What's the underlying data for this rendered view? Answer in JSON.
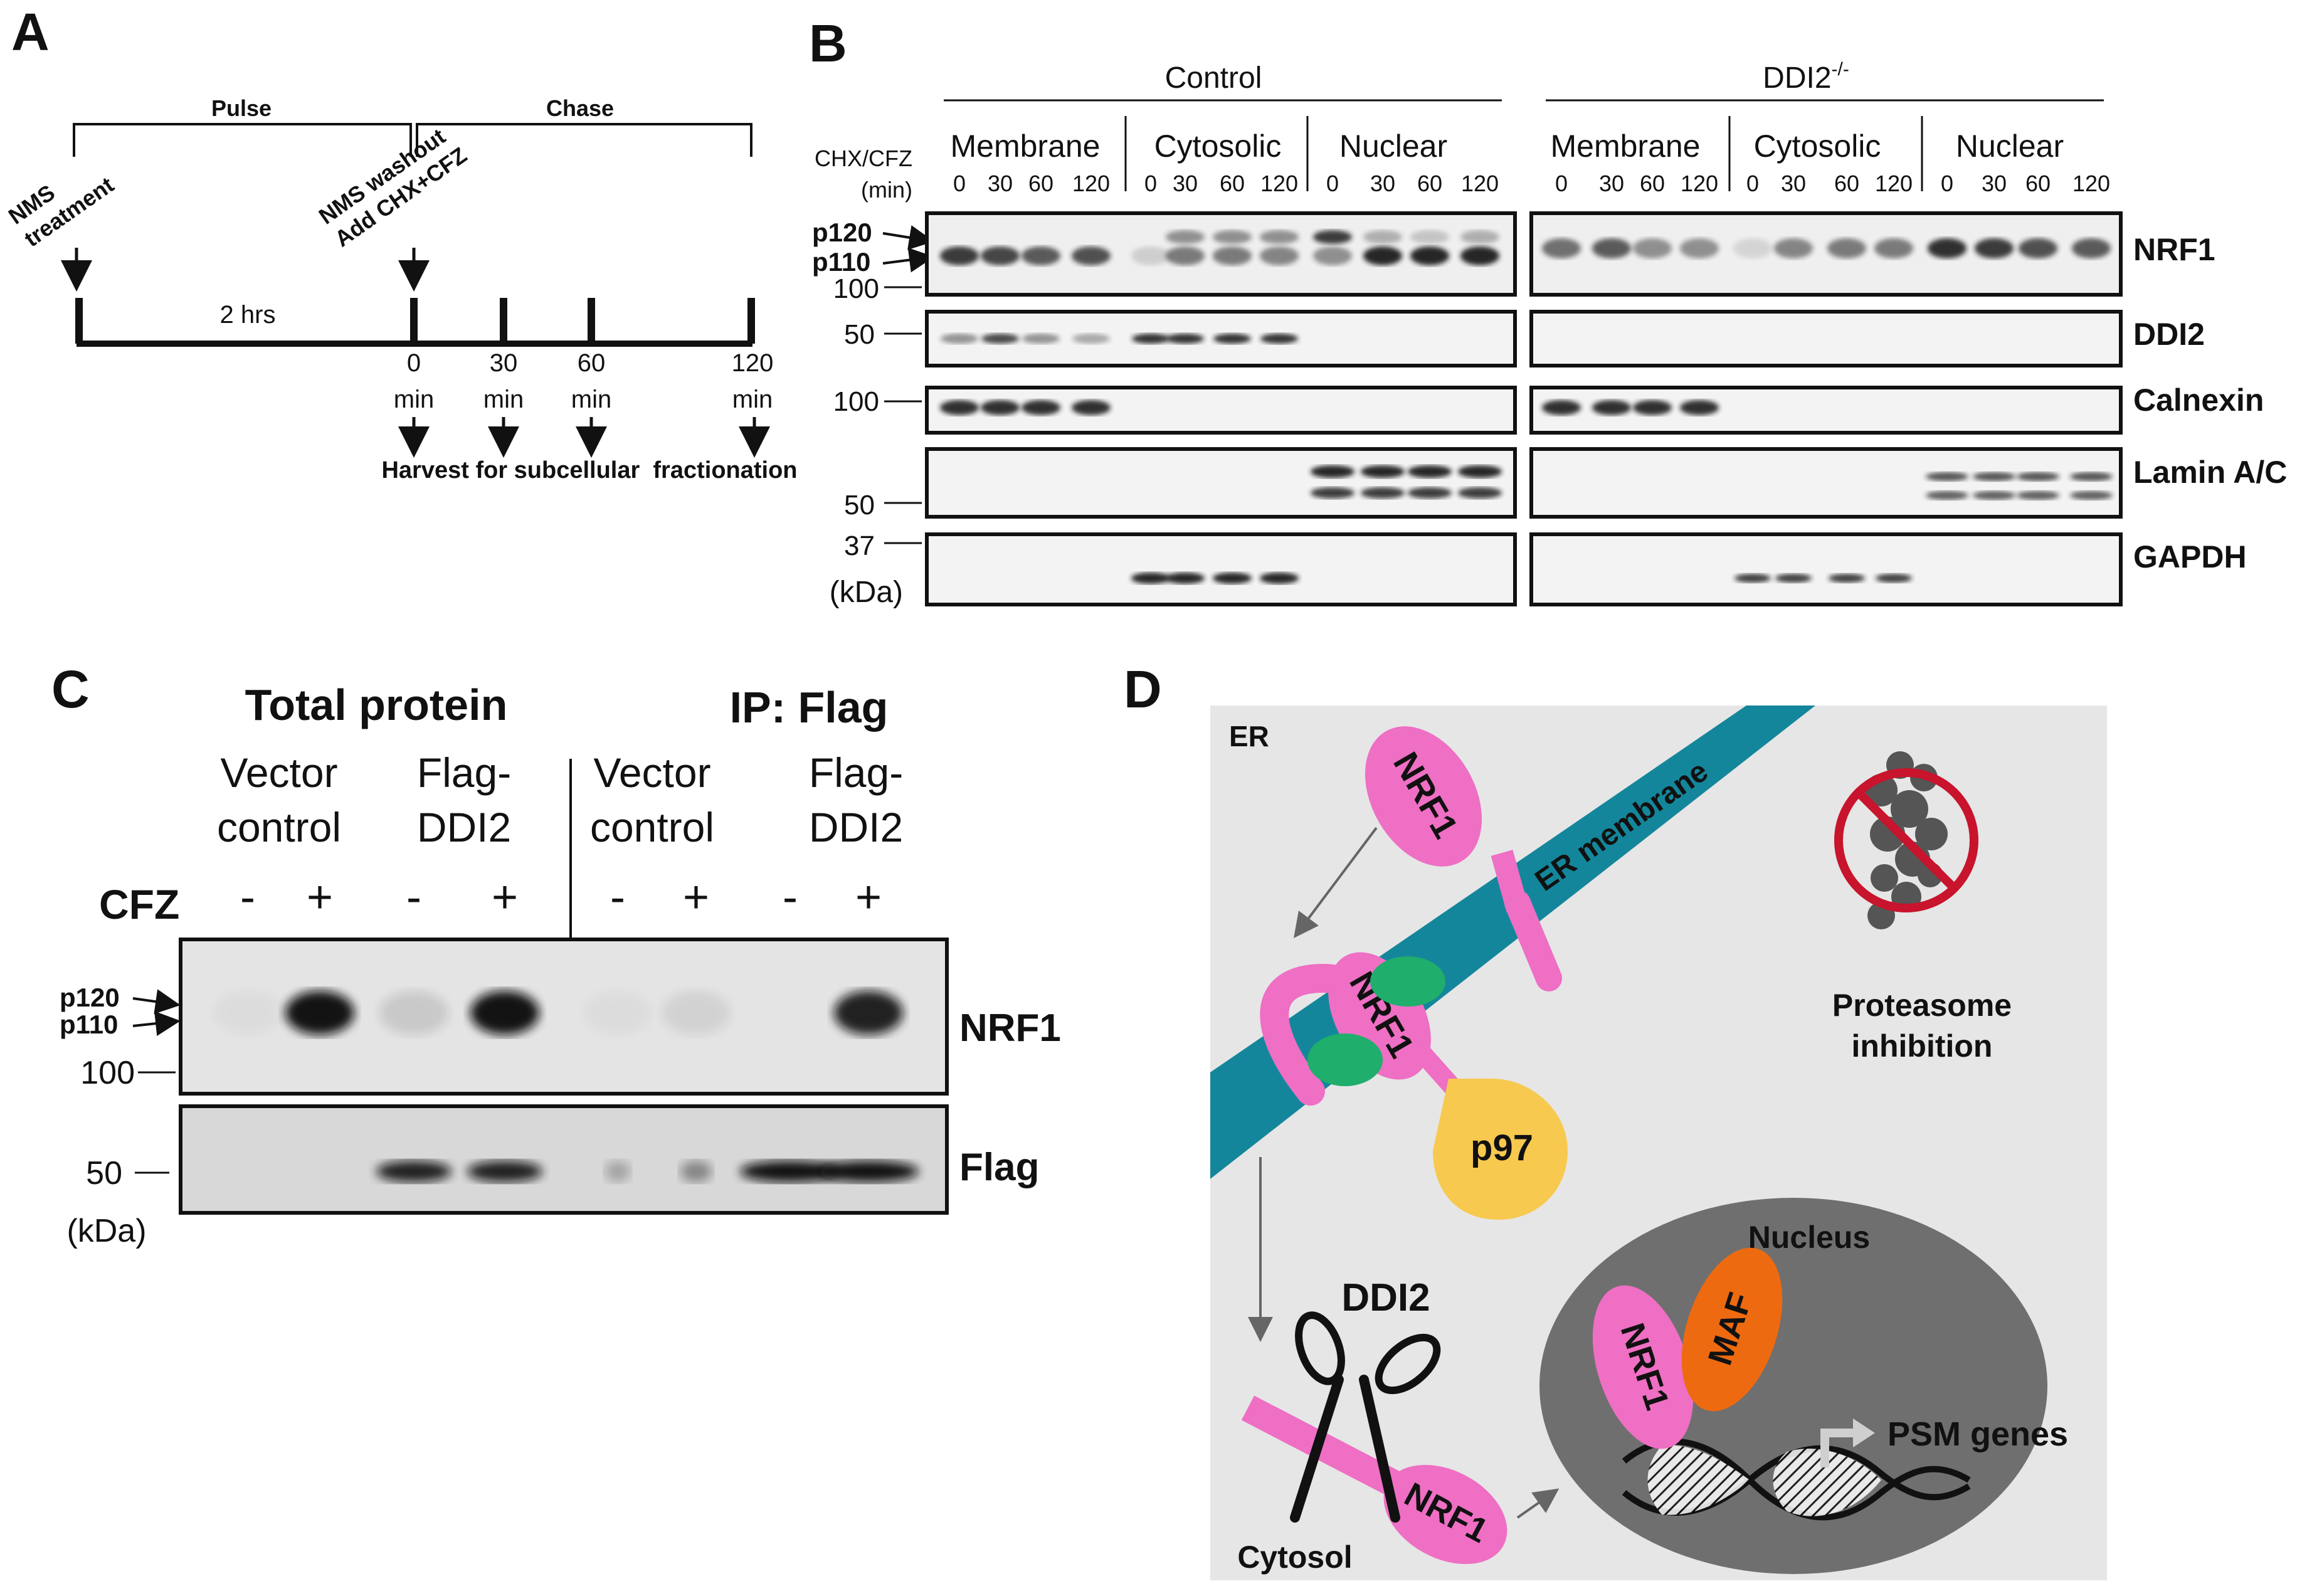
{
  "figure": {
    "panels": {
      "a": "A",
      "b": "B",
      "c": "C",
      "d": "D"
    }
  },
  "panel_a": {
    "pulse": "Pulse",
    "chase": "Chase",
    "nms_treatment_line1": "NMS",
    "nms_treatment_line2": "treatment",
    "washout_line1": "NMS washout",
    "washout_line2": "Add CHX+CFZ",
    "duration": "2 hrs",
    "timepoints": [
      {
        "value": "0",
        "unit": "min"
      },
      {
        "value": "30",
        "unit": "min"
      },
      {
        "value": "60",
        "unit": "min"
      },
      {
        "value": "120",
        "unit": "min"
      }
    ],
    "harvest": "Harvest for subcellular  fractionation"
  },
  "panel_b": {
    "control": "Control",
    "ddi2_ko": "DDI2",
    "ddi2_ko_sup": "-/-",
    "treatment_line1": "CHX/CFZ",
    "treatment_line2": "(min)",
    "fractions": [
      "Membrane",
      "Cytosolic",
      "Nuclear"
    ],
    "time_values": [
      "0",
      "30",
      "60",
      "120"
    ],
    "band_labels": [
      "p120",
      "p110"
    ],
    "mw_markers": [
      "100",
      "50",
      "100",
      "50",
      "37"
    ],
    "unit": "(kDa)",
    "proteins": [
      "NRF1",
      "DDI2",
      "Calnexin",
      "Lamin A/C",
      "GAPDH"
    ]
  },
  "panel_c": {
    "total_protein": "Total protein",
    "ip_flag": "IP: Flag",
    "groups": [
      {
        "line1": "Vector",
        "line2": "control"
      },
      {
        "line1": "Flag-",
        "line2": "DDI2"
      },
      {
        "line1": "Vector",
        "line2": "control"
      },
      {
        "line1": "Flag-",
        "line2": "DDI2"
      }
    ],
    "cfz": "CFZ",
    "cfz_signs": [
      "-",
      "+",
      "-",
      "+",
      "-",
      "+",
      "-",
      "+"
    ],
    "band_labels": [
      "p120",
      "p110"
    ],
    "mw_markers": [
      "100",
      "50"
    ],
    "unit": "(kDa)",
    "proteins": [
      "NRF1",
      "Flag"
    ]
  },
  "panel_d": {
    "er": "ER",
    "er_membrane": "ER membrane",
    "nrf1": "NRF1",
    "p97": "p97",
    "proteasome_line1": "Proteasome",
    "proteasome_line2": "inhibition",
    "ddi2": "DDI2",
    "nucleus": "Nucleus",
    "maf": "MAF",
    "psm_genes": "PSM genes",
    "cytosol": "Cytosol",
    "colors": {
      "background": "#e6e6e6",
      "membrane": "#14869b",
      "nrf1": "#ee6fc3",
      "green": "#1fae6b",
      "p97": "#f7c94f",
      "maf": "#ee6a10",
      "nucleus": "#6f6f6f",
      "inhibit_red": "#c8142c"
    }
  }
}
